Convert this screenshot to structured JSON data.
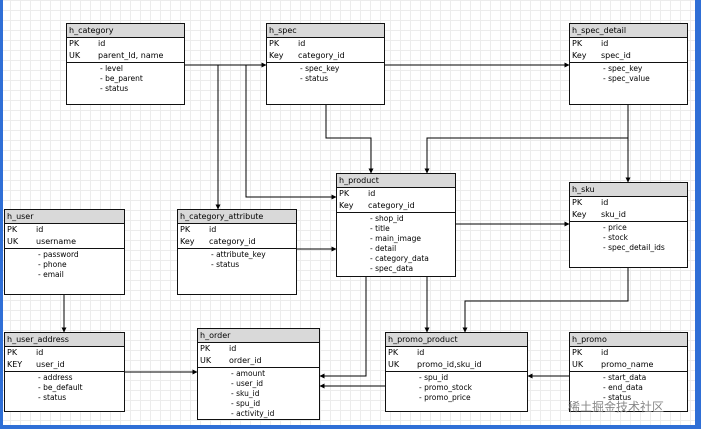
{
  "watermark": "稀土掘金技术社区",
  "tables": {
    "h_category": {
      "name": "h_category",
      "rows": [
        {
          "key": "PK",
          "field": "id"
        },
        {
          "key": "UK",
          "field": "parent_Id, name"
        }
      ],
      "attrs": [
        "- level",
        "- be_parent",
        "- status"
      ]
    },
    "h_spec": {
      "name": "h_spec",
      "rows": [
        {
          "key": "PK",
          "field": "id"
        },
        {
          "key": "Key",
          "field": "category_id"
        }
      ],
      "attrs": [
        "- spec_key",
        "- status"
      ]
    },
    "h_spec_detail": {
      "name": "h_spec_detail",
      "rows": [
        {
          "key": "PK",
          "field": "id"
        },
        {
          "key": "Key",
          "field": "spec_id"
        }
      ],
      "attrs": [
        "- spec_key",
        "- spec_value"
      ]
    },
    "h_product": {
      "name": "h_product",
      "rows": [
        {
          "key": "PK",
          "field": "id"
        },
        {
          "key": "Key",
          "field": "category_id"
        }
      ],
      "attrs": [
        "- shop_id",
        "- title",
        "- main_image",
        "- detail",
        "- category_data",
        "- spec_data"
      ]
    },
    "h_sku": {
      "name": "h_sku",
      "rows": [
        {
          "key": "PK",
          "field": "id"
        },
        {
          "key": "Key",
          "field": "sku_id"
        }
      ],
      "attrs": [
        "- price",
        "- stock",
        "- spec_detail_ids"
      ]
    },
    "h_user": {
      "name": "h_user",
      "rows": [
        {
          "key": "PK",
          "field": "id"
        },
        {
          "key": "UK",
          "field": "username"
        }
      ],
      "attrs": [
        "- password",
        "- phone",
        "- email"
      ]
    },
    "h_category_attribute": {
      "name": "h_category_attribute",
      "rows": [
        {
          "key": "PK",
          "field": "id"
        },
        {
          "key": "Key",
          "field": "category_id"
        }
      ],
      "attrs": [
        "- attribute_key",
        "- status"
      ]
    },
    "h_user_address": {
      "name": "h_user_address",
      "rows": [
        {
          "key": "PK",
          "field": "id"
        },
        {
          "key": "KEY",
          "field": "user_id"
        }
      ],
      "attrs": [
        "- address",
        "- be_default",
        "- status"
      ]
    },
    "h_order": {
      "name": "h_order",
      "rows": [
        {
          "key": "PK",
          "field": "id"
        },
        {
          "key": "UK",
          "field": "order_id"
        }
      ],
      "attrs": [
        "- amount",
        "- user_id",
        "- sku_id",
        "- spu_id",
        "- activity_id"
      ]
    },
    "h_promo_product": {
      "name": "h_promo_product",
      "rows": [
        {
          "key": "PK",
          "field": "id"
        },
        {
          "key": "UK",
          "field": "promo_id,sku_id"
        }
      ],
      "attrs": [
        "- spu_id",
        "- promo_stock",
        "- promo_price"
      ]
    },
    "h_promo": {
      "name": "h_promo",
      "rows": [
        {
          "key": "PK",
          "field": "id"
        },
        {
          "key": "UK",
          "field": "promo_name"
        }
      ],
      "attrs": [
        "- start_data",
        "- end_data",
        "- status"
      ]
    }
  }
}
